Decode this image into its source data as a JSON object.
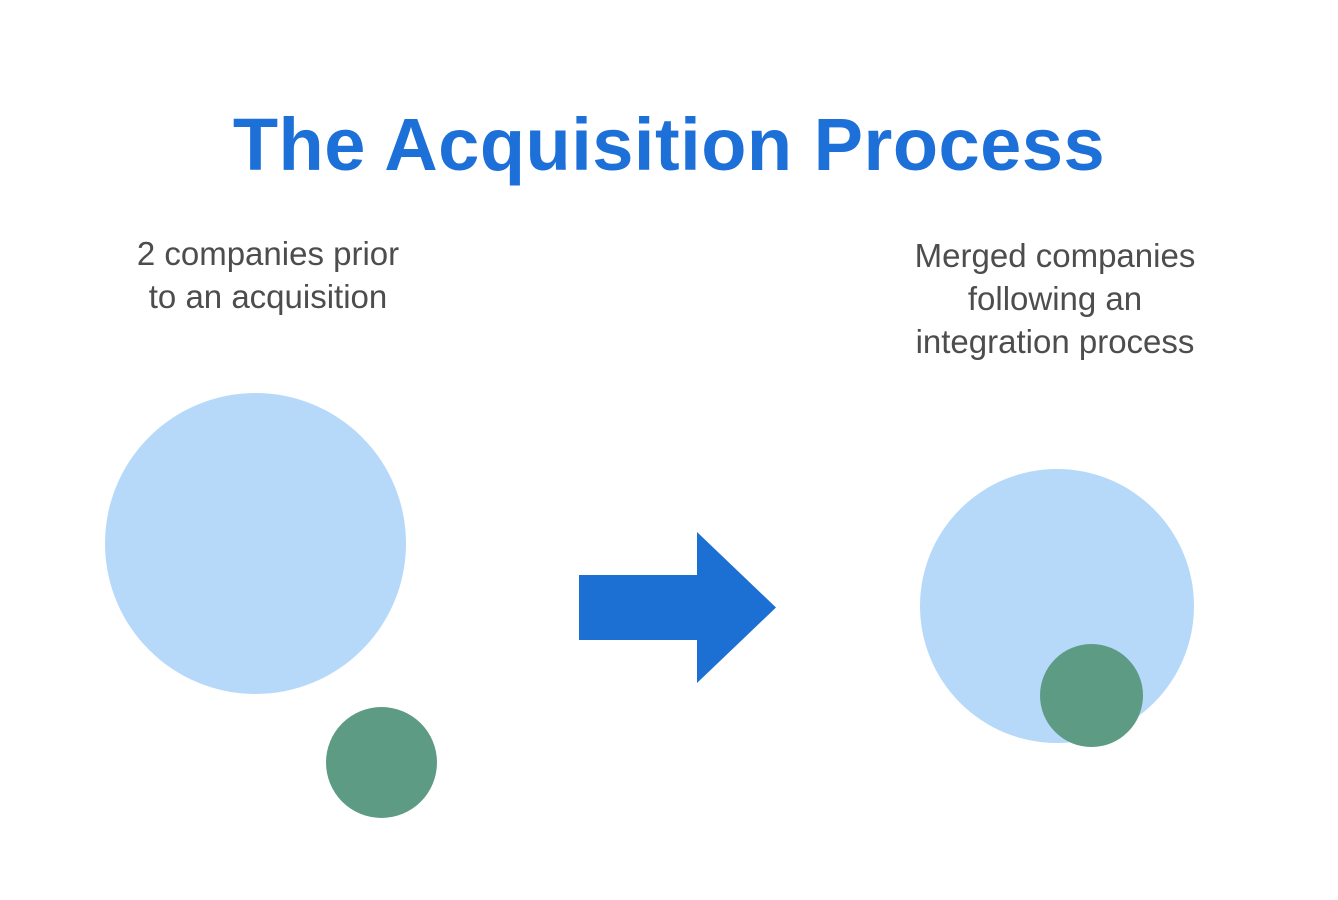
{
  "title": "The Acquisition Process",
  "before_group": {
    "caption_lines": [
      "2 companies prior",
      "to an acquisition"
    ]
  },
  "after_group": {
    "caption_lines": [
      "Merged companies",
      "following an",
      "integration process"
    ]
  },
  "icons": {
    "arrow": "right-arrow-icon"
  },
  "colors": {
    "title_blue": "#1C70D8",
    "arrow_blue": "#1C6FD3",
    "company_large_blue": "#B6D9FA",
    "company_small_green": "#5D9B85",
    "caption_gray": "#4D4D4D",
    "background": "#FFFFFF"
  }
}
